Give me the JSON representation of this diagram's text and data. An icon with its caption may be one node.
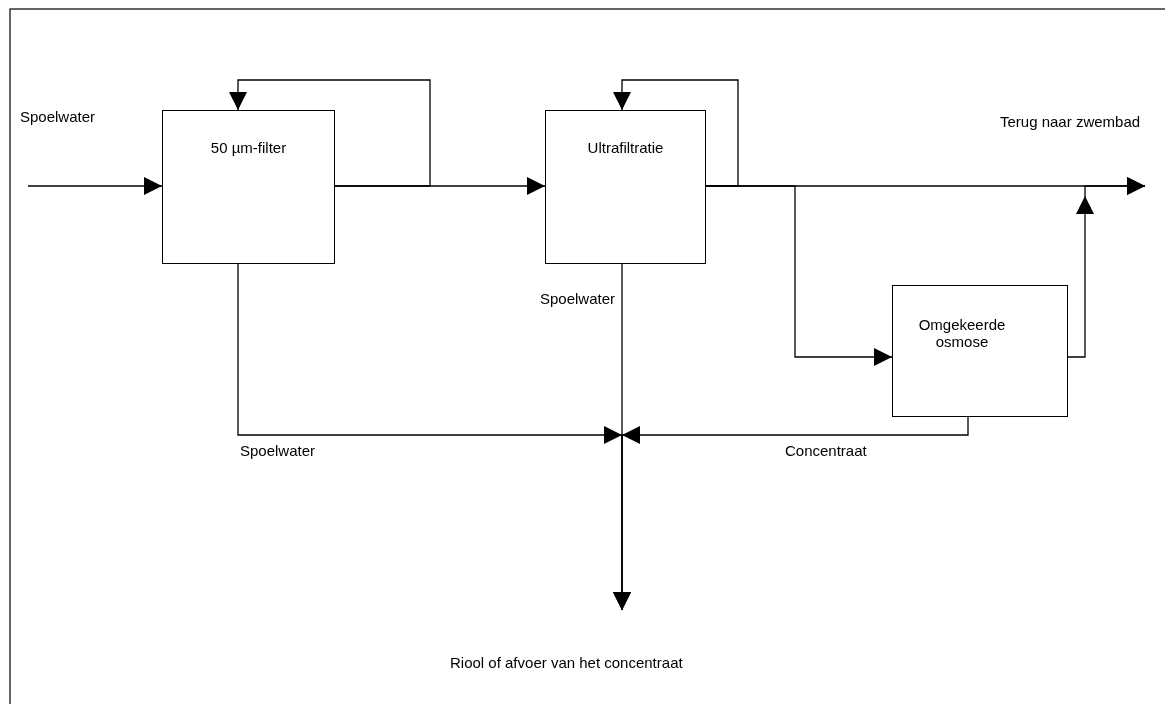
{
  "diagram": {
    "nodes": [
      {
        "text": [
          "Spoelwater"
        ]
      },
      {
        "text": [
          "50 µm-filter"
        ]
      },
      {
        "text": [
          "Ultrafiltratie"
        ]
      },
      {
        "text": [
          "Terug naar zwembad"
        ]
      },
      {
        "text": [
          "Omgekeerde osmose"
        ]
      },
      {
        "text": [
          "Riool of afvoer van het concentraat"
        ]
      }
    ],
    "edges": [
      {
        "from": 0,
        "to": 1,
        "arrow": "to"
      },
      {
        "from": 1,
        "to": 1,
        "arrow": "to"
      },
      {
        "from": 1,
        "to": 2,
        "arrow": "to"
      },
      {
        "from": 2,
        "to": 2,
        "arrow": "to"
      },
      {
        "from": 2,
        "to": 3,
        "arrow": "to"
      },
      {
        "from": 2,
        "to": 4,
        "arrow": "to"
      },
      {
        "from": 4,
        "to": 3,
        "arrow": "to"
      },
      {
        "from": 1,
        "to": 5,
        "label": "Spoelwater",
        "arrow": "to"
      },
      {
        "from": 2,
        "to": 5,
        "label": "Spoelwater",
        "arrow": "to"
      },
      {
        "from": 4,
        "to": 5,
        "label": "Concentraat",
        "arrow": "to"
      }
    ]
  }
}
